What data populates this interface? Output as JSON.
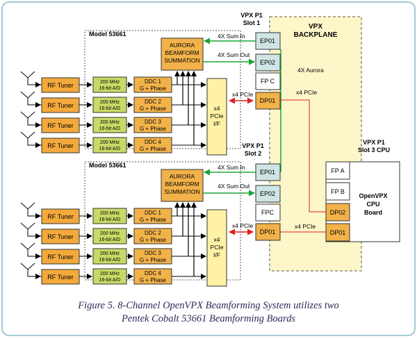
{
  "colors": {
    "orange": "#f2b24a",
    "tuner": "#f3a93c",
    "adc": "#c9d966",
    "pcie": "#fff2a6",
    "backplane": "#fdf6c8",
    "teal": "#cfe4e4",
    "green": "#1aa535",
    "red": "#e02020",
    "frame": "#8ab8c8"
  },
  "backplane": {
    "label_line1": "VPX",
    "label_line2": "BACKPLANE"
  },
  "slot1": {
    "title_line1": "VPX P1",
    "title_line2": "Slot 1"
  },
  "slot2": {
    "title_line1": "VPX P1",
    "title_line2": "Slot 2"
  },
  "slot3": {
    "title_line1": "VPX P1",
    "title_line2": "Slot 3 CPU"
  },
  "board1": {
    "model": "Model 53661",
    "beamform": [
      "AURORA",
      "BEAMFORM",
      "SUMMATION"
    ],
    "pcie": [
      "x4",
      "PCIe",
      "I/F"
    ],
    "tuners": [
      "RF Tuner",
      "RF Tuner",
      "RF Tuner",
      "RF Tuner"
    ],
    "adcs": [
      [
        "200 MHz",
        "16-bit A/D"
      ],
      [
        "200 MHz",
        "16-bit A/D"
      ],
      [
        "200 MHz",
        "16-bit A/D"
      ],
      [
        "200 MHz",
        "16-bit A/D"
      ]
    ],
    "ddcs": [
      [
        "DDC 1",
        "G + Phase"
      ],
      [
        "DDC 2",
        "G + Phase"
      ],
      [
        "DDC 3",
        "G + Phase"
      ],
      [
        "DDC 4",
        "G + Phase"
      ]
    ],
    "sum_in": "4X Sum In",
    "sum_out": "4X Sum Out",
    "pcie_link": "x4 PCIe",
    "ports": [
      "EP01",
      "EP02",
      "FP C",
      "DP01"
    ]
  },
  "board2": {
    "model": "Model 53661",
    "beamform": [
      "AURORA",
      "BEAMFORM",
      "SUMMATION"
    ],
    "pcie": [
      "x4",
      "PCIe",
      "I/F"
    ],
    "tuners": [
      "RF Tuner",
      "RF Tuner",
      "RF Tuner",
      "RF Tuner"
    ],
    "adcs": [
      [
        "200 MHz",
        "16-bit A/D"
      ],
      [
        "200 MHz",
        "16-bit A/D"
      ],
      [
        "200 MHz",
        "16-bit A/D"
      ],
      [
        "200 MHz",
        "16-bit A/D"
      ]
    ],
    "ddcs": [
      [
        "DDC 1",
        "G + Phase"
      ],
      [
        "DDC 2",
        "G + Phase"
      ],
      [
        "DDC 3",
        "G + Phase"
      ],
      [
        "DDC 4",
        "G + Phase"
      ]
    ],
    "sum_in": "4X Sum In",
    "sum_out": "4X Sum Out",
    "pcie_link": "x4 PCIe",
    "ports": [
      "EP01",
      "EP02",
      "FPC",
      "DP01"
    ]
  },
  "backplane_links": {
    "aurora": "4X Aurora",
    "pcie1": "x4 PCIe",
    "pcie2": "x4 PCIe"
  },
  "cpu": {
    "ports": [
      "FP A",
      "FP B",
      "DP02",
      "DP01"
    ],
    "board": [
      "OpenVPX",
      "CPU",
      "Board"
    ]
  },
  "caption": {
    "line1": "Figure 5. 8-Channel OpenVPX Beamforming System utilizes two",
    "line2": "Pentek Cobalt 53661 Beamforming Boards"
  }
}
